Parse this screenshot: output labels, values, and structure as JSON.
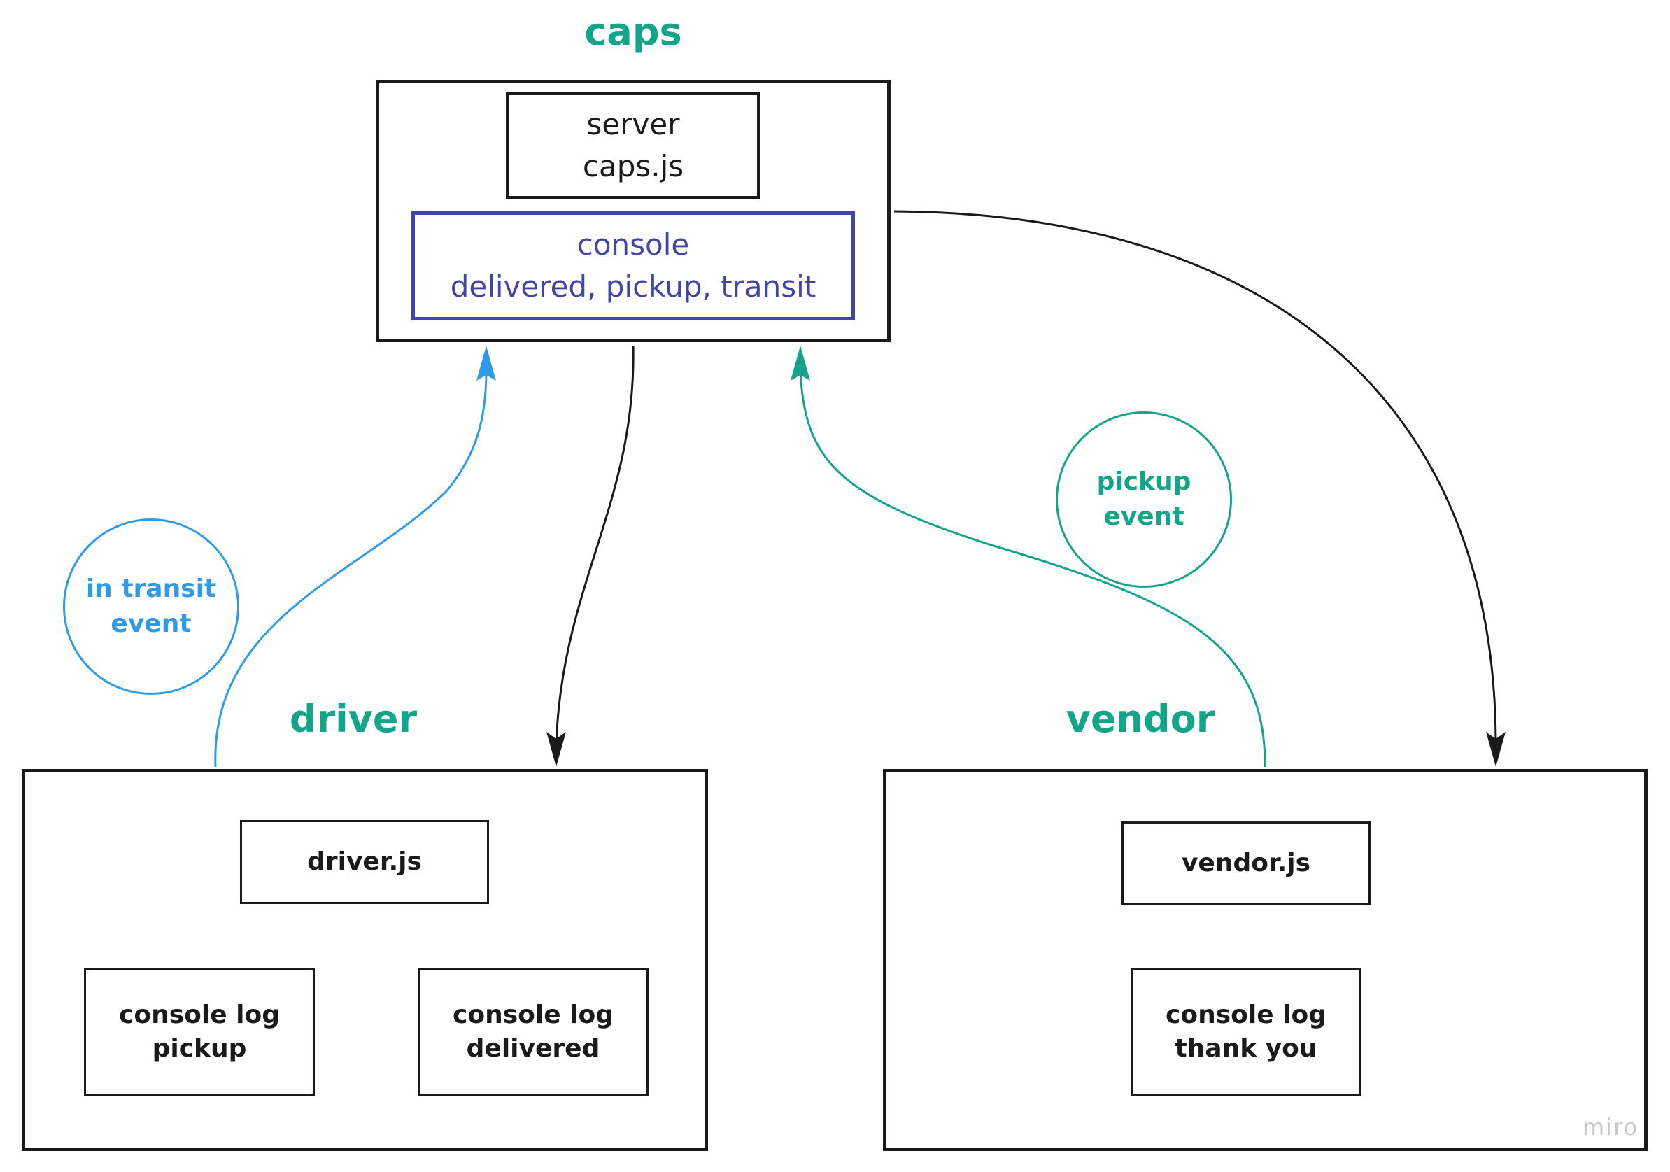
{
  "groups": {
    "caps": {
      "title": "caps",
      "server_line1": "server",
      "server_line2": "caps.js",
      "console_line1": "console",
      "console_line2": "delivered, pickup, transit"
    },
    "driver": {
      "title": "driver",
      "file": "driver.js",
      "log_pickup_line1": "console log",
      "log_pickup_line2": "pickup",
      "log_delivered_line1": "console log",
      "log_delivered_line2": "delivered"
    },
    "vendor": {
      "title": "vendor",
      "file": "vendor.js",
      "log_line1": "console log",
      "log_line2": "thank you"
    }
  },
  "events": {
    "in_transit_line1": "in transit",
    "in_transit_line2": "event",
    "pickup_line1": "pickup",
    "pickup_line2": "event"
  },
  "colors": {
    "teal": "#12a58a",
    "blue": "#2f9be6",
    "indigo": "#3f46a8",
    "black": "#1a1a1a"
  },
  "watermark": "miro"
}
